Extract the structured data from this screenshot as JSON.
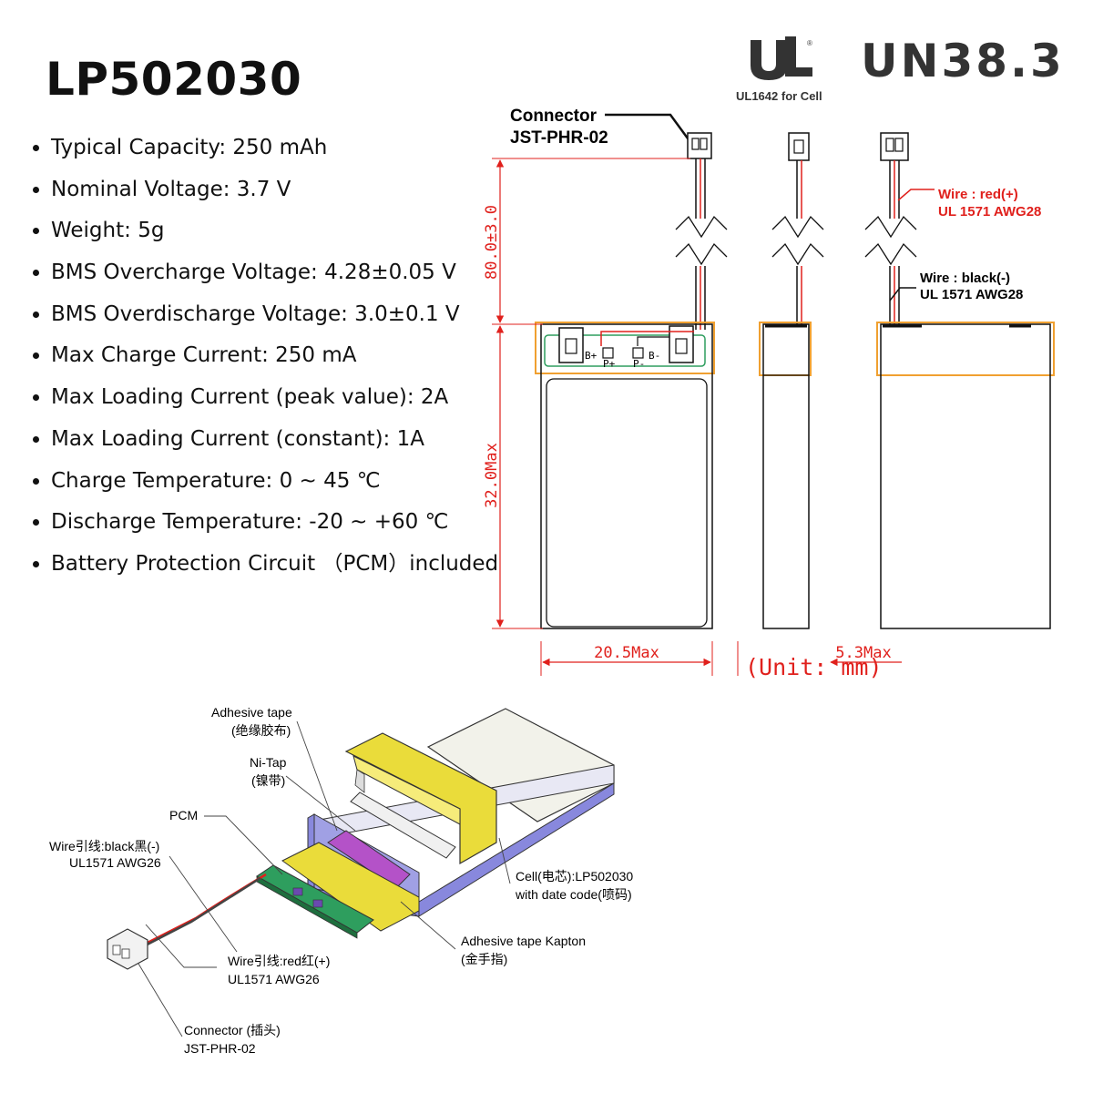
{
  "title": "LP502030",
  "specs": [
    "Typical Capacity: 250 mAh",
    "Nominal Voltage: 3.7 V",
    "Weight: 5g",
    "BMS Overcharge Voltage: 4.28±0.05 V",
    "BMS Overdischarge Voltage: 3.0±0.1 V",
    "Max Charge Current: 250 mA",
    "Max Loading Current (peak value): 2A",
    "Max Loading Current (constant): 1A",
    "Charge Temperature: 0 ~ 45 ℃",
    "Discharge Temperature: -20 ~ +60 ℃",
    "Battery Protection Circuit （PCM）included"
  ],
  "certs": {
    "ul_mark": "UL",
    "ul_caption": "UL1642 for Cell",
    "un": "UN38.3"
  },
  "drawing": {
    "connector_line1": "Connector",
    "connector_line2": "JST-PHR-02",
    "dim_wire_length": "80.0±3.0",
    "dim_height": "32.0Max",
    "dim_width": "20.5Max",
    "dim_thickness": "5.3Max",
    "unit_label": "(Unit: mm)",
    "wire_red_line1": "Wire : red(+)",
    "wire_red_line2": "UL 1571 AWG28",
    "wire_black_line1": "Wire : black(-)",
    "wire_black_line2": "UL 1571 AWG28",
    "pcb_labels": [
      "B+",
      "P+",
      "P-",
      "B-"
    ]
  },
  "exploded": {
    "adhesive_tape_line1": "Adhesive tape",
    "adhesive_tape_line2": "(绝缘胶布)",
    "ni_tap_line1": "Ni-Tap",
    "ni_tap_line2": "(镍带)",
    "pcm": "PCM",
    "wire_black_line1": "Wire引线:black黑(-)",
    "wire_black_line2": "UL1571 AWG26",
    "cell_line1": "Cell(电芯):LP502030",
    "cell_line2": "with date code(喷码)",
    "kapton_line1": "Adhesive tape Kapton",
    "kapton_line2": "(金手指)",
    "wire_red_line1": "Wire引线:red红(+)",
    "wire_red_line2": "UL1571 AWG26",
    "connector_line1": "Connector (插头)",
    "connector_line2": "JST-PHR-02"
  },
  "colors": {
    "dimension_red": "#e0201c",
    "highlight_orange": "#f0a030",
    "pcb_green": "#2e9e5e",
    "cell_purple": "#8888dd",
    "tape_yellow": "#eadc3a"
  }
}
